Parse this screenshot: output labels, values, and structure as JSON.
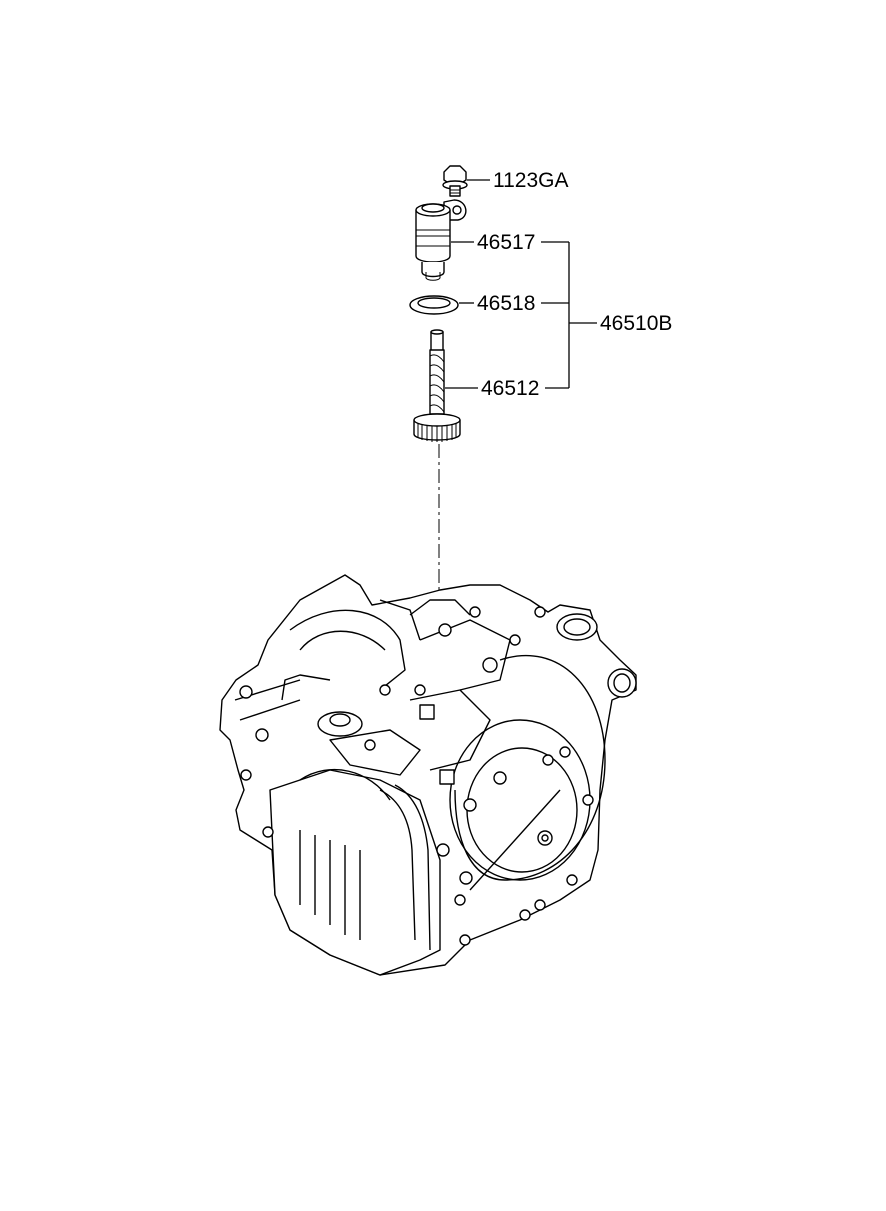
{
  "callouts": {
    "bolt": "1123GA",
    "sensor": "46517",
    "oring": "46518",
    "assembly": "46510B",
    "driven_gear": "46512"
  },
  "icons": [
    "bolt-icon",
    "speedometer-sensor-icon",
    "o-ring-icon",
    "driven-gear-icon",
    "transaxle-icon"
  ]
}
